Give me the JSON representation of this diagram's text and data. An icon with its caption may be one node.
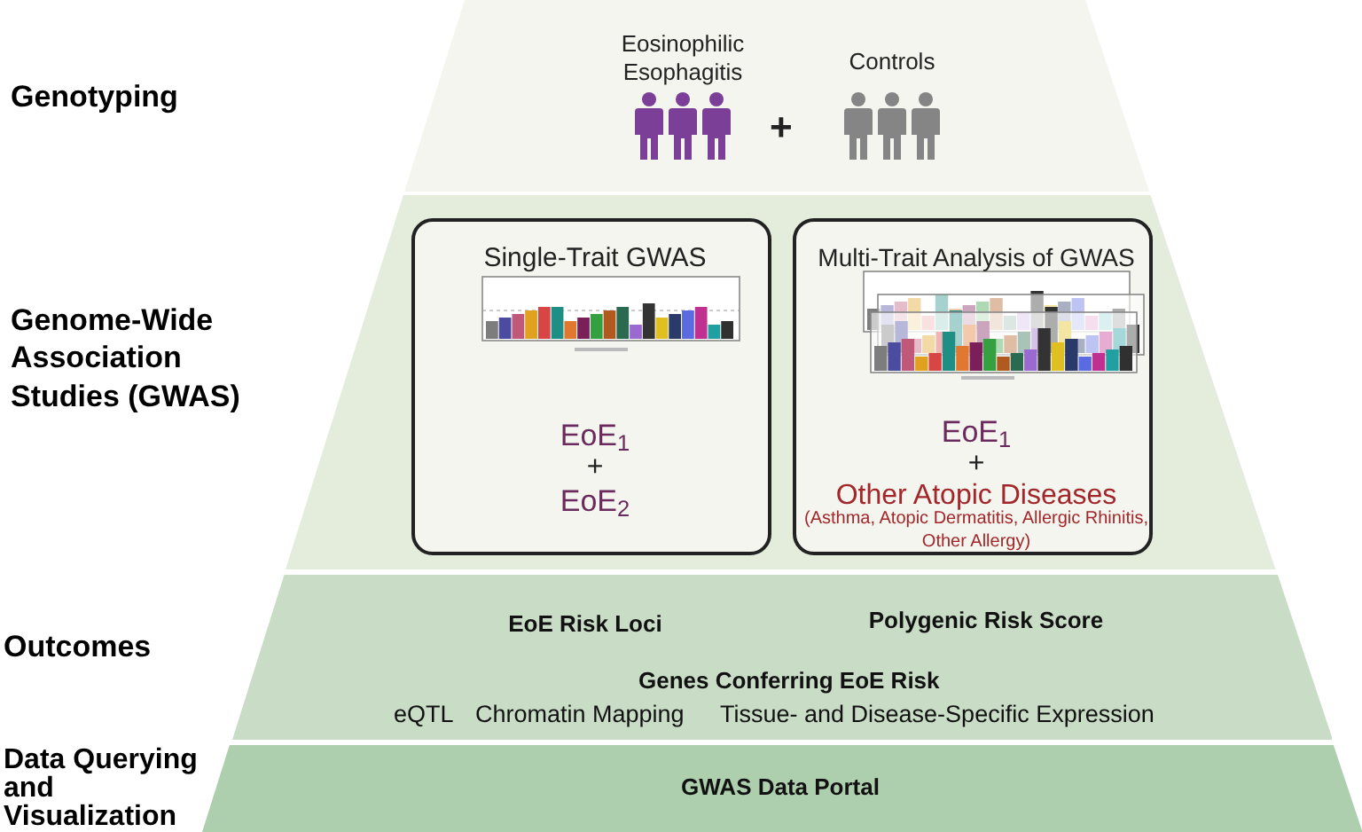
{
  "diagram": {
    "nodes": [
      {
        "text": [
          "Eosinophilic Esophagitis",
          "+",
          "Controls"
        ]
      },
      {
        "text": [],
        "shape": "trapezoid"
      },
      {
        "text": [
          "Single-Trait GWAS",
          "EoE$_{1}$",
          "+",
          "EoE$_{2}$"
        ],
        "in": 1
      },
      {
        "text": [
          "Multi-Trait Analysis of GWAS",
          "EoE$_{1}$",
          "+",
          "Other Atopic Diseases",
          "(Asthma, Atopic Dermatitis, Allergic Rhinitis, Other Allergy)"
        ],
        "in": 1
      },
      {
        "text": [
          "EoE Risk Loci",
          "Polygenic Risk Score",
          "Genes Conferring EoE Risk",
          "eQTL",
          "Chromatin Mapping",
          "Tissue- and Disease-Specific Expression"
        ]
      },
      {
        "text": [
          "GWAS Data Portal"
        ]
      }
    ],
    "labels": [
      "Genotyping",
      "Genome-Wide Association Studies (GWAS)",
      "Outcomes",
      "Data Querying and Visualization"
    ]
  }
}
